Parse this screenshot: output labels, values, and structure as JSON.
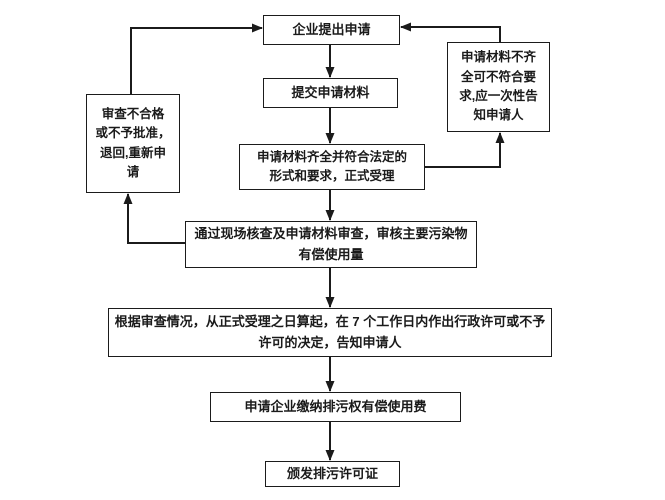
{
  "diagram": {
    "type": "flowchart",
    "line_color": "#1b1b1b",
    "background_color": "#ffffff",
    "nodes": {
      "apply": {
        "text": "企业提出申请"
      },
      "submit": {
        "text": "提交申请材料"
      },
      "accept": {
        "text": "申请材料齐全并符合法定的\n形式和要求，正式受理"
      },
      "incomplete": {
        "text": "申请材料不齐\n全可不符合要\n求,应一次性告\n知申请人"
      },
      "reject": {
        "text": "审查不合格\n或不予批准，\n退回,重新申\n请"
      },
      "review": {
        "text": "通过现场核查及申请材料审查，审核主要污染物\n有偿使用量"
      },
      "decision": {
        "text": "根据审查情况，从正式受理之日算起，在 7 个工作日内作出行政许可或不予\n许可的决定，告知申请人"
      },
      "pay": {
        "text": "申请企业缴纳排污权有偿使用费"
      },
      "issue": {
        "text": "颁发排污许可证"
      }
    },
    "edges": [
      "apply -> submit",
      "submit -> accept",
      "accept -> incomplete",
      "incomplete -> apply",
      "accept -> review",
      "review -> reject",
      "reject -> apply",
      "review -> decision",
      "decision -> pay",
      "pay -> issue"
    ]
  }
}
